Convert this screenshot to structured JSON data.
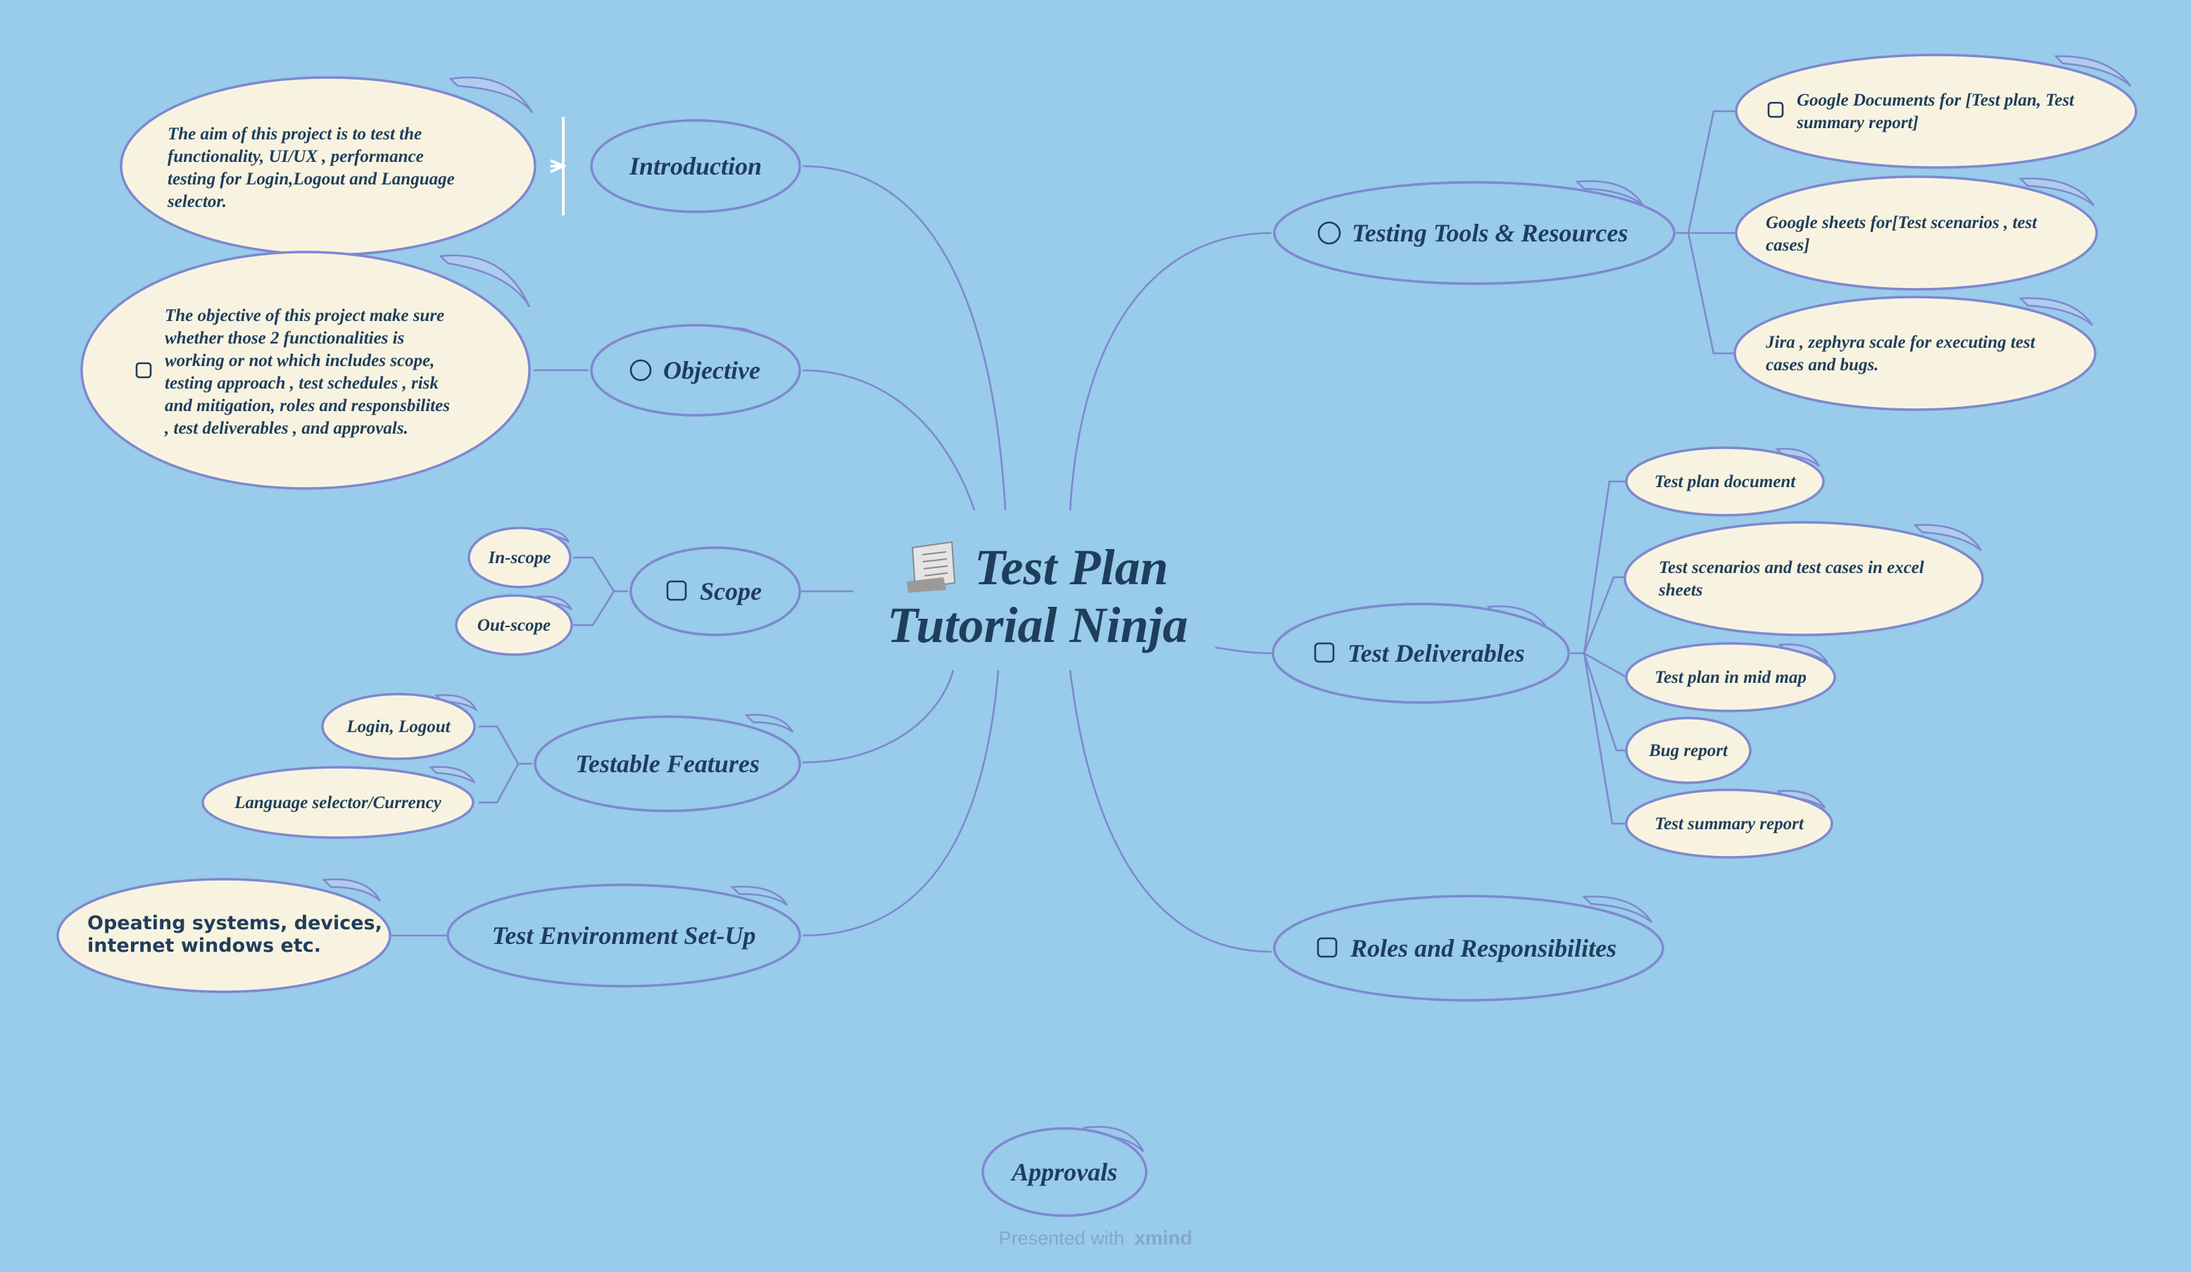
{
  "central": {
    "line1": "Test Plan",
    "line2": "Tutorial Ninja",
    "icon": "scroll-document-icon"
  },
  "branches": {
    "introduction": {
      "label": "Introduction"
    },
    "objective": {
      "label": "Objective",
      "icon": "circle-marker-icon"
    },
    "scope": {
      "label": "Scope",
      "icon": "square-marker-icon"
    },
    "testable_features": {
      "label": "Testable Features"
    },
    "test_environment": {
      "label": "Test Environment Set-Up"
    },
    "testing_tools": {
      "label": "Testing Tools & Resources",
      "icon": "circle-marker-icon"
    },
    "test_deliverables": {
      "label": "Test Deliverables",
      "icon": "square-marker-icon"
    },
    "roles": {
      "label": "Roles and Responsibilites",
      "icon": "square-marker-icon"
    },
    "approvals": {
      "label": "Approvals"
    }
  },
  "notes": {
    "introduction": [
      "The aim of this project is to test the",
      "functionality, UI/UX , performance",
      "testing for Login,Logout and Language",
      "selector."
    ],
    "objective": [
      "The objective of this project make sure",
      "whether those 2 functionalities is",
      "working or not which includes scope,",
      "testing approach , test schedules , risk",
      "and mitigation, roles and responsbilites",
      ", test deliverables , and approvals."
    ],
    "environment": [
      "Opeating systems, devices,",
      "internet windows etc."
    ]
  },
  "scope_items": [
    "In-scope",
    "Out-scope"
  ],
  "testable_items": [
    "Login, Logout",
    "Language selector/Currency"
  ],
  "tools_items": [
    [
      "Google Documents for [Test plan, Test",
      "summary report]"
    ],
    [
      "Google sheets for[Test scenarios , test",
      "cases]"
    ],
    [
      "Jira , zephyra scale for executing test",
      "cases and bugs."
    ]
  ],
  "deliverables_items": [
    [
      "Test plan document"
    ],
    [
      "Test scenarios and test cases in excel",
      "sheets"
    ],
    [
      "Test plan in mid map"
    ],
    [
      "Bug report"
    ],
    [
      "Test summary report"
    ]
  ],
  "footer": {
    "prefix": "Presented with",
    "brand": "xmind"
  },
  "colors": {
    "background": "#99CBEB",
    "node_stroke": "#7E88CF",
    "leaf_fill": "#F8F3E1",
    "text": "#1F3E5B"
  }
}
